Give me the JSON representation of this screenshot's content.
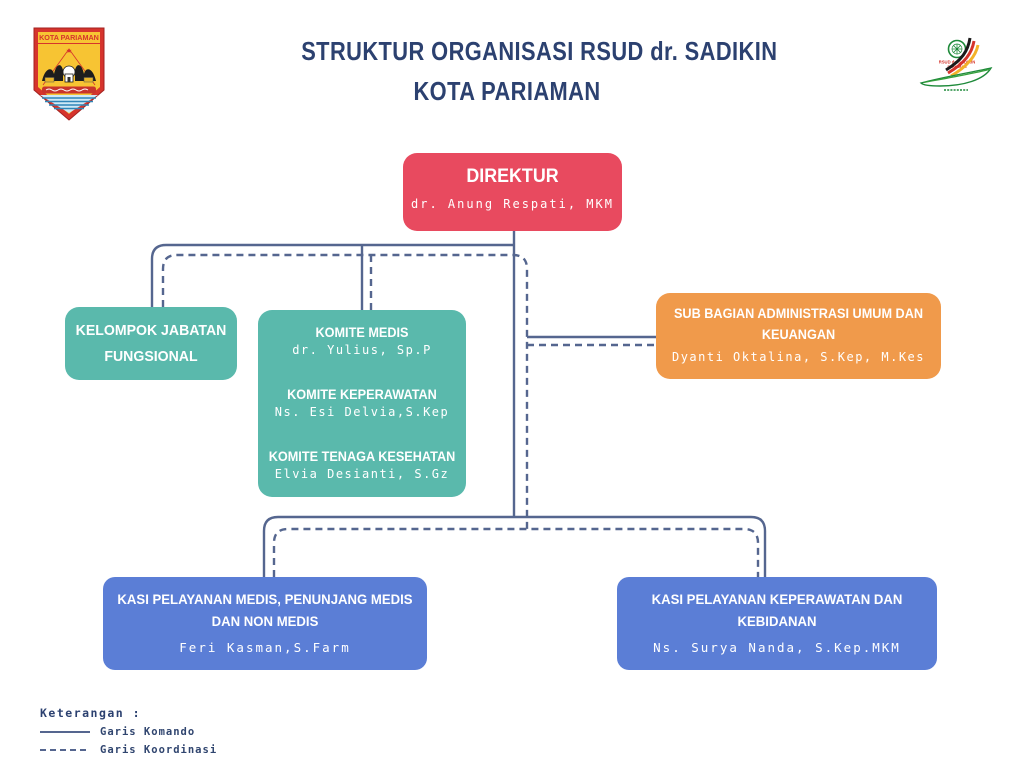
{
  "title": {
    "line1": "STRUKTUR ORGANISASI RSUD dr. SADIKIN",
    "line2": "KOTA PARIAMAN"
  },
  "logos": {
    "kota_pariaman": {
      "banner": "KOTA PARIAMAN"
    },
    "rsud": {
      "line1": "RSUD dr. SADIKIN",
      "line2": "PARIAMAN"
    }
  },
  "chart": {
    "direktur": {
      "title": "DIREKTUR",
      "name": "dr. Anung Respati, MKM",
      "color": "#e84a5f"
    },
    "kelompok": {
      "line1": "KELOMPOK JABATAN",
      "line2": "FUNGSIONAL",
      "color": "#5ab9ac"
    },
    "komite": {
      "color": "#5ab9ac",
      "groups": [
        {
          "title": "KOMITE MEDIS",
          "name": "dr. Yulius, Sp.P"
        },
        {
          "title": "KOMITE KEPERAWATAN",
          "name": "Ns. Esi Delvia,S.Kep"
        },
        {
          "title": "KOMITE TENAGA KESEHATAN",
          "name": "Elvia Desianti, S.Gz"
        }
      ]
    },
    "subbag": {
      "line1": "SUB BAGIAN ADMINISTRASI UMUM DAN",
      "line2": "KEUANGAN",
      "name": "Dyanti Oktalina, S.Kep, M.Kes",
      "color": "#f09a4b"
    },
    "kasi_medis": {
      "line1": "KASI PELAYANAN MEDIS, PENUNJANG MEDIS",
      "line2": "DAN NON MEDIS",
      "name": "Feri Kasman,S.Farm",
      "color": "#5b7ed6"
    },
    "kasi_keperawatan": {
      "line1": "KASI PELAYANAN KEPERAWATAN DAN",
      "line2": "KEBIDANAN",
      "name": "Ns. Surya Nanda, S.Kep.MKM",
      "color": "#5b7ed6"
    }
  },
  "legend": {
    "heading": "Keterangan :",
    "items": [
      {
        "label": "Garis Komando",
        "style": "solid"
      },
      {
        "label": "Garis Koordinasi",
        "style": "dashed"
      }
    ]
  },
  "colors": {
    "title_text": "#2c4170",
    "connector": "#55668f"
  }
}
